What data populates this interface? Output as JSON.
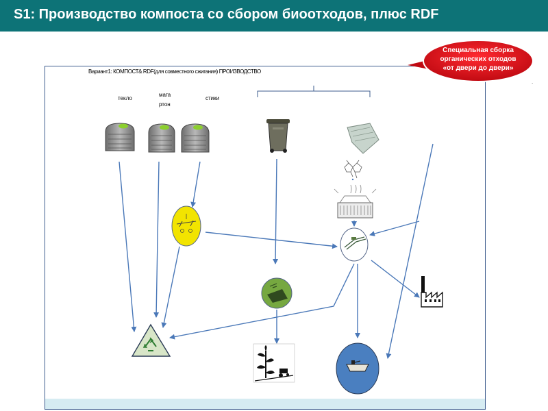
{
  "header": {
    "title": "S1: Производство компоста со сбором биоотходов, плюс RDF"
  },
  "callout": {
    "line1": "Специальная сборка",
    "line2": "органических отходов",
    "line3": "«от двери до двери»"
  },
  "diagram": {
    "subtitle": "Вариант1: КОМПОСТ& RDF(для совместного сжигания) ПРОИЗВОДСТВО",
    "bin_label_glass": "текло",
    "bin_label_paper_1": "мага",
    "bin_label_paper_2": "ртон",
    "bin_label_plastic": "стики"
  },
  "colors": {
    "header_bg": "#0d7377",
    "arrow": "#4a78b8",
    "callout_red": "#d8101a",
    "sorting_yellow": "#f2e400",
    "composting_green": "#76a840",
    "rdf_blue": "#4a7fc0",
    "recycle_green": "#d8e6c8"
  }
}
